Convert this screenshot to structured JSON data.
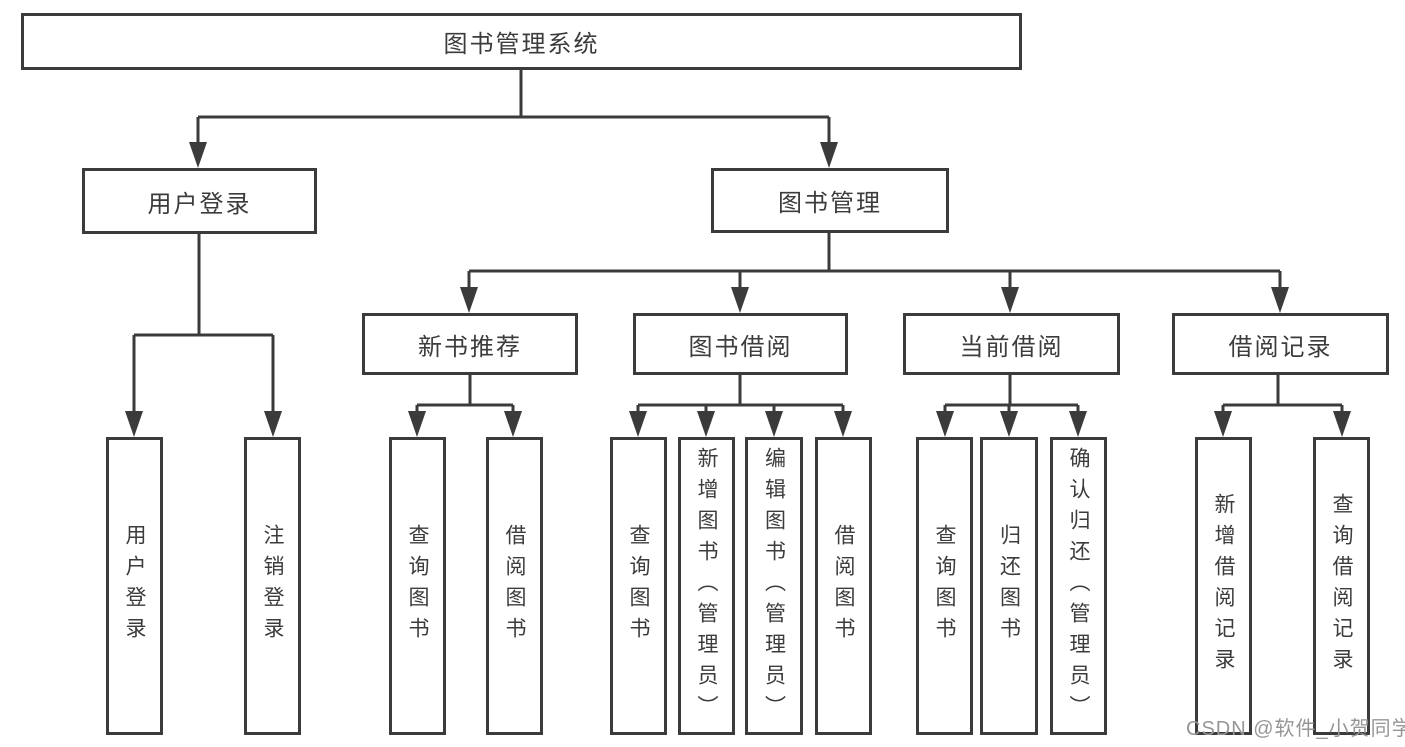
{
  "root": {
    "label": "图书管理系统"
  },
  "user_login": {
    "label": "用户登录",
    "children": [
      {
        "label": "用户登录"
      },
      {
        "label": "注销登录"
      }
    ]
  },
  "book_mgmt": {
    "label": "图书管理",
    "children": [
      {
        "label": "新书推荐",
        "children": [
          {
            "label": "查询图书"
          },
          {
            "label": "借阅图书"
          }
        ]
      },
      {
        "label": "图书借阅",
        "children": [
          {
            "label": "查询图书"
          },
          {
            "label": "新增图书（管理员）"
          },
          {
            "label": "编辑图书（管理员）"
          },
          {
            "label": "借阅图书"
          }
        ]
      },
      {
        "label": "当前借阅",
        "children": [
          {
            "label": "查询图书"
          },
          {
            "label": "归还图书"
          },
          {
            "label": "确认归还（管理员）"
          }
        ]
      },
      {
        "label": "借阅记录",
        "children": [
          {
            "label": "新增借阅记录"
          },
          {
            "label": "查询借阅记录"
          }
        ]
      }
    ]
  },
  "watermark": {
    "text": "CSDN @软件_小贺同学"
  },
  "colors": {
    "line": "#3b3b3b",
    "text": "#3c3c3c",
    "watermark": "#969696",
    "background": "#ffffff"
  }
}
